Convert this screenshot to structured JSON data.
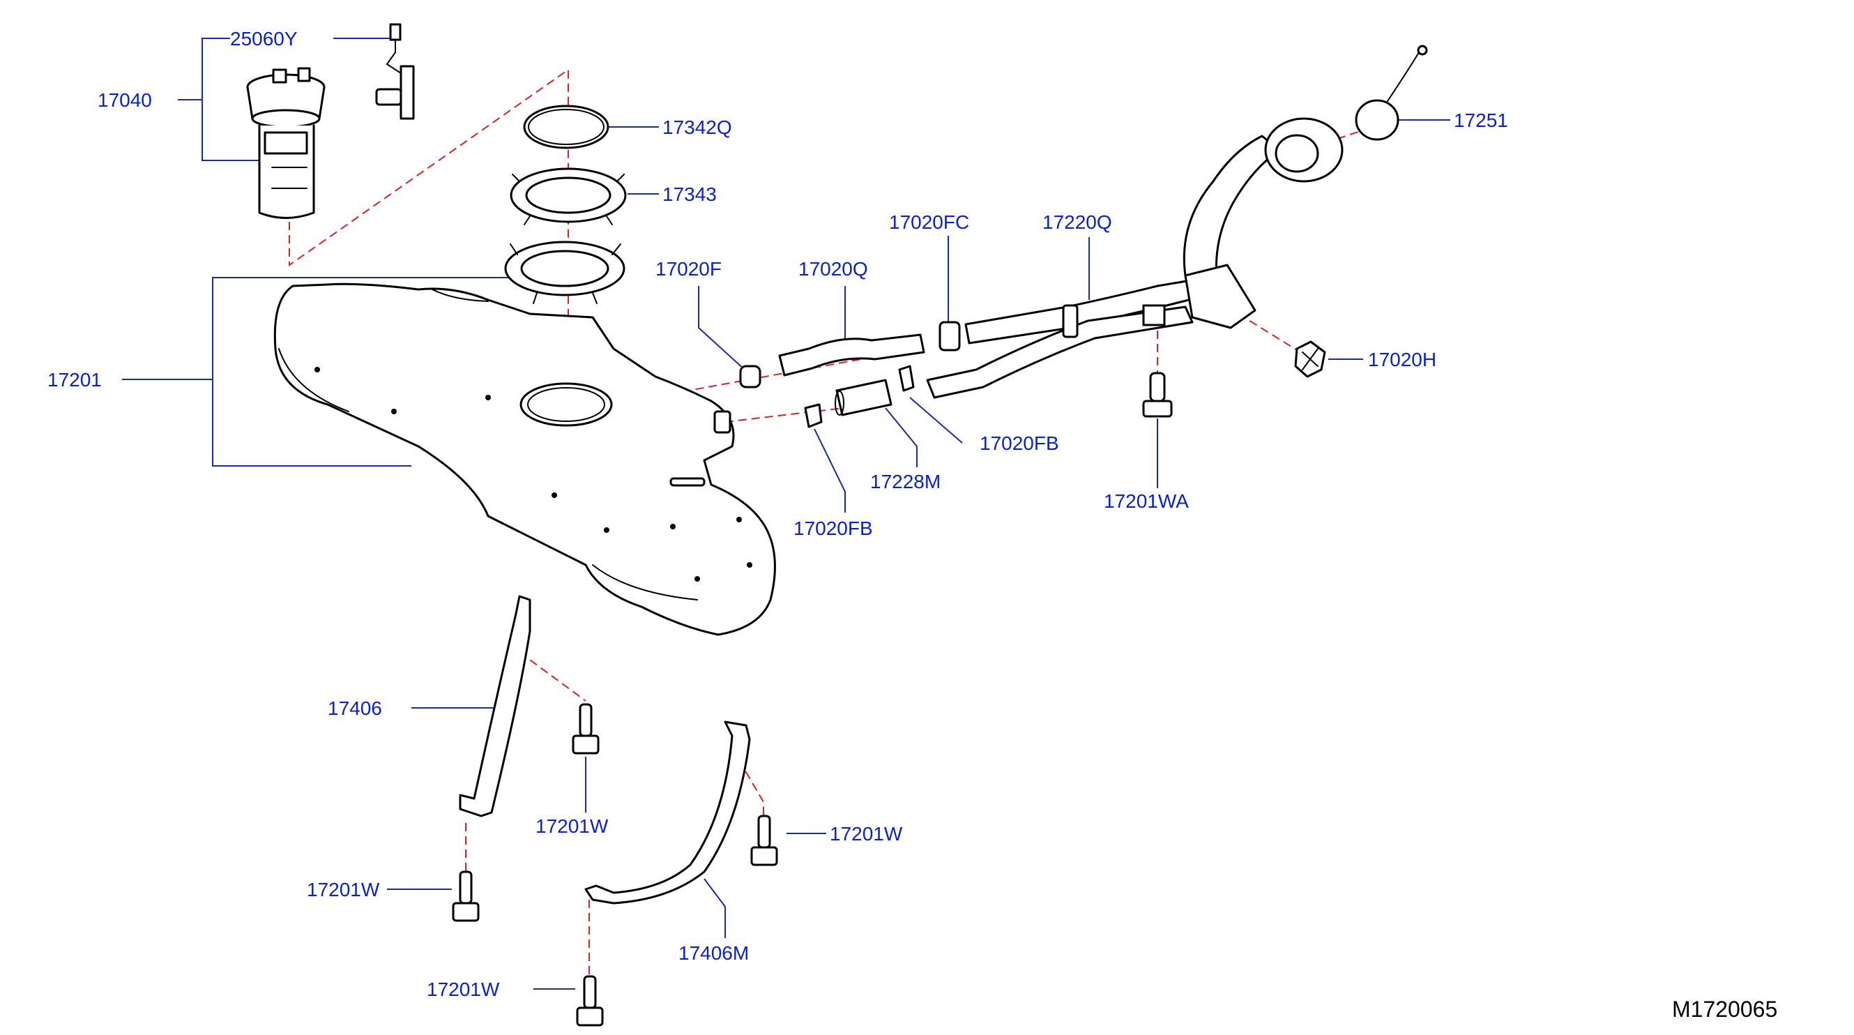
{
  "colors": {
    "label": "#0a1fd0",
    "leader": "#1a2aa8",
    "dashed": "#e02020",
    "outline": "#000000"
  },
  "labels": {
    "p25060Y": "25060Y",
    "p17040": "17040",
    "p17342Q": "17342Q",
    "p17343": "17343",
    "p17201": "17201",
    "p17020F": "17020F",
    "p17020Q": "17020Q",
    "p17020FC": "17020FC",
    "p17220Q": "17220Q",
    "p17251": "17251",
    "p17020H": "17020H",
    "p17020FB_right": "17020FB",
    "p17228M": "17228M",
    "p17020FB_left": "17020FB",
    "p17201WA": "17201WA",
    "p17406": "17406",
    "p17201W_a": "17201W",
    "p17201W_b": "17201W",
    "p17201W_c": "17201W",
    "p17406M": "17406M",
    "p17201W_d": "17201W"
  },
  "reference": "M1720065"
}
